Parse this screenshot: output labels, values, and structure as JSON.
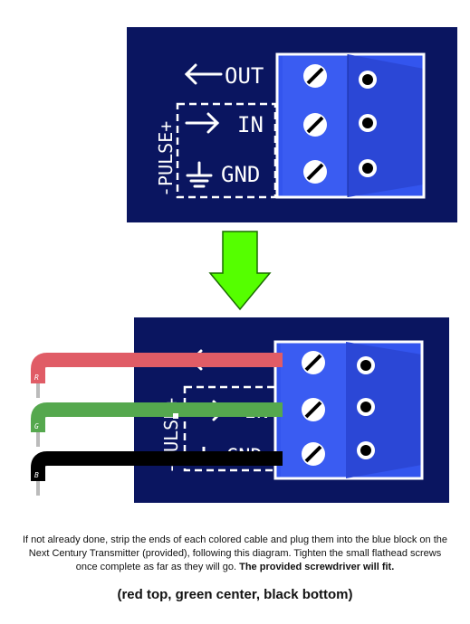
{
  "colors": {
    "panel": "#0a1560",
    "block_blue": "#3355ee",
    "block_blue_dark": "#2244cc",
    "arrow_green": "#55ff00",
    "wire_red": "#e05c66",
    "wire_green": "#55a84e",
    "wire_black": "#000000",
    "label_white": "#ffffff"
  },
  "top_panel": {
    "out_label": "OUT",
    "in_label": "IN",
    "gnd_label": "GND",
    "pulse_label": "-PULSE+"
  },
  "bottom_panel": {
    "pulse_label": "-PULSE+",
    "wires": [
      {
        "letter": "R",
        "color": "wire_red"
      },
      {
        "letter": "G",
        "color": "wire_green"
      },
      {
        "letter": "B",
        "color": "wire_black"
      }
    ]
  },
  "instructions": {
    "text": "If not already done, strip the ends of each colored cable and plug them into the blue block on the Next Century Transmitter (provided), following this diagram. Tighten the small flathead screws once complete as far as they will go.",
    "emphasis": "The provided screwdriver will fit."
  },
  "caption": "(red top, green center, black bottom)"
}
